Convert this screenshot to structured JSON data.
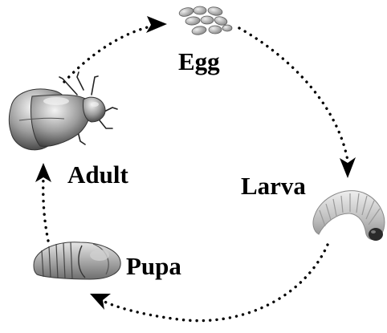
{
  "stages": {
    "egg": "Egg",
    "larva": "Larva",
    "pupa": "Pupa",
    "adult": "Adult"
  },
  "icons": {
    "egg": "egg-cluster-icon",
    "larva": "grub-icon",
    "pupa": "pupa-icon",
    "adult": "beetle-icon",
    "arrow": "arrowhead-icon"
  },
  "colors": {
    "ink": "#000000",
    "shade_dark": "#5a5a5a",
    "shade_mid": "#9a9a9a",
    "shade_light": "#d8d8d8"
  }
}
